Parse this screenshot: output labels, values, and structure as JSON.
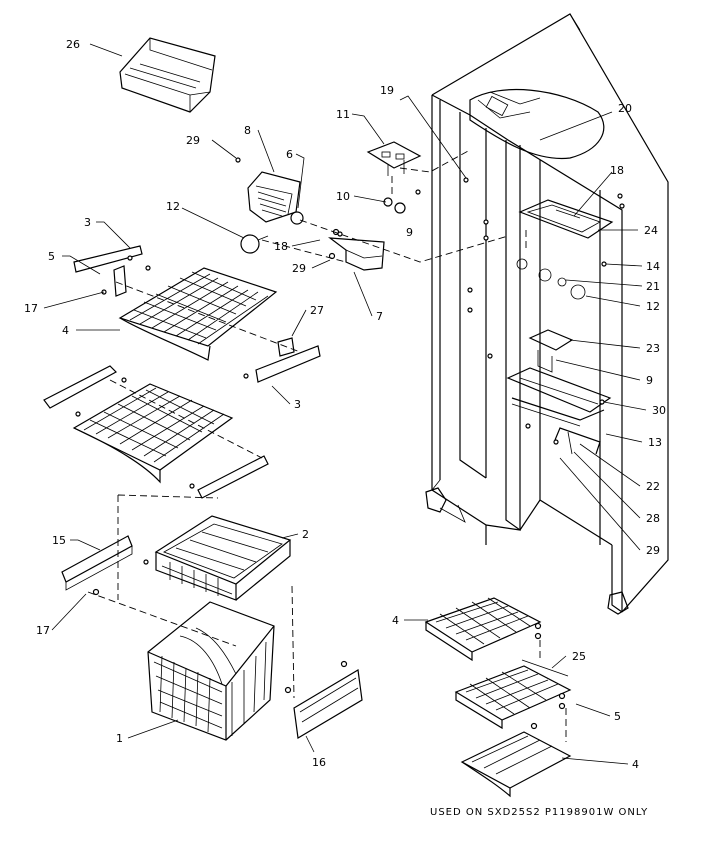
{
  "callouts": [
    {
      "id": "c26a",
      "text": "26"
    },
    {
      "id": "c29a",
      "text": "29"
    },
    {
      "id": "c8",
      "text": "8"
    },
    {
      "id": "c6",
      "text": "6"
    },
    {
      "id": "c12a",
      "text": "12"
    },
    {
      "id": "c18a",
      "text": "18"
    },
    {
      "id": "c29b",
      "text": "29"
    },
    {
      "id": "c7",
      "text": "7"
    },
    {
      "id": "c11",
      "text": "11"
    },
    {
      "id": "c10",
      "text": "10"
    },
    {
      "id": "c9a",
      "text": "9"
    },
    {
      "id": "c19",
      "text": "19"
    },
    {
      "id": "c20",
      "text": "20"
    },
    {
      "id": "c18b",
      "text": "18"
    },
    {
      "id": "c24",
      "text": "24"
    },
    {
      "id": "c14",
      "text": "14"
    },
    {
      "id": "c21",
      "text": "21"
    },
    {
      "id": "c12b",
      "text": "12"
    },
    {
      "id": "c23",
      "text": "23"
    },
    {
      "id": "c9b",
      "text": "9"
    },
    {
      "id": "c30",
      "text": "30"
    },
    {
      "id": "c13",
      "text": "13"
    },
    {
      "id": "c22",
      "text": "22"
    },
    {
      "id": "c28",
      "text": "28"
    },
    {
      "id": "c29c",
      "text": "29"
    },
    {
      "id": "c3a",
      "text": "3"
    },
    {
      "id": "c5a",
      "text": "5"
    },
    {
      "id": "c17a",
      "text": "17"
    },
    {
      "id": "c4a",
      "text": "4"
    },
    {
      "id": "c27",
      "text": "27"
    },
    {
      "id": "c3b",
      "text": "3"
    },
    {
      "id": "c15",
      "text": "15"
    },
    {
      "id": "c2",
      "text": "2"
    },
    {
      "id": "c17b",
      "text": "17"
    },
    {
      "id": "c1",
      "text": "1"
    },
    {
      "id": "c16",
      "text": "16"
    },
    {
      "id": "c4b",
      "text": "4"
    },
    {
      "id": "c25",
      "text": "25"
    },
    {
      "id": "c5b",
      "text": "5"
    },
    {
      "id": "c4c",
      "text": "4"
    }
  ],
  "footnote": "USED ON SXD25S2 P1198901W ONLY"
}
